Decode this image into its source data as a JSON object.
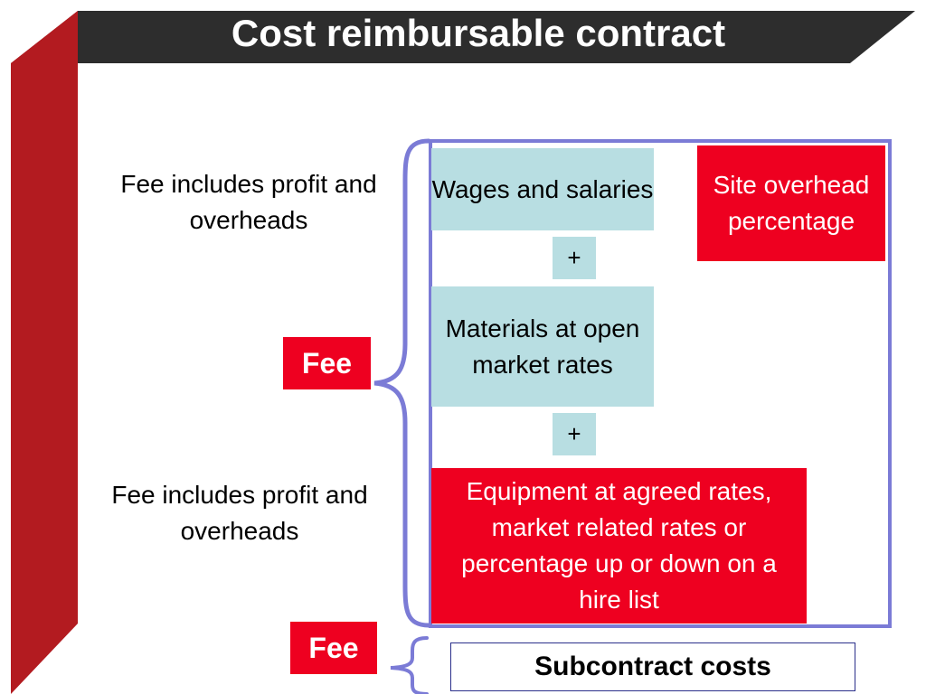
{
  "slide": {
    "title": "Cost reimbursable contract"
  },
  "colors": {
    "title_bar": "#2d2d2d",
    "side_bar": "#b31b20",
    "side_bar_dark": "#8a1216",
    "accent_red": "#ee0020",
    "light_blue": "#b8dee2",
    "frame_purple": "#7b7bd6",
    "subcontract_border": "#2a2f8a"
  },
  "labels": {
    "fee_note_top": "Fee includes profit and overheads",
    "fee_note_bottom": "Fee includes profit and overheads",
    "fee_badge_main": "Fee",
    "fee_badge_sub": "Fee"
  },
  "boxes": {
    "wages": "Wages and salaries",
    "site_overhead": "Site overhead percentage",
    "materials": "Materials at open market rates",
    "equipment": "Equipment at agreed rates, market related rates or percentage up or down on a hire list",
    "subcontract": "Subcontract costs"
  },
  "operators": {
    "plus_1": "+",
    "plus_2": "+"
  },
  "icons": {
    "main_brace": "left-curly-brace",
    "sub_brace": "left-curly-brace"
  }
}
